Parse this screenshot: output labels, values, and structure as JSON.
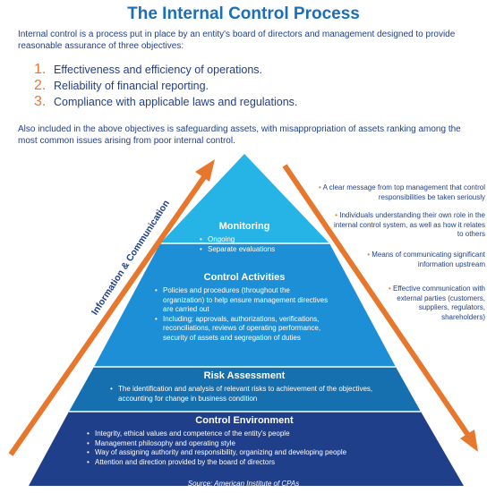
{
  "title": "The Internal Control Process",
  "intro": "Internal control is a process put in place by an entity's board of directors and management designed to provide reasonable assurance of three objectives:",
  "objectives": [
    {
      "num": "1.",
      "text": "Effectiveness and efficiency of operations."
    },
    {
      "num": "2.",
      "text": "Reliability of financial reporting."
    },
    {
      "num": "3.",
      "text": "Compliance with applicable laws and regulations."
    }
  ],
  "also": "Also included in the above objectives is safeguarding assets, with misappropriation of assets ranking among the most common issues arising from poor internal control.",
  "arrow_label": "Information & Communication",
  "pyramid": {
    "monitoring": {
      "title": "Monitoring",
      "items": [
        "Ongoing",
        "Separate evaluations"
      ]
    },
    "control_activities": {
      "title": "Control Activities",
      "items": [
        "Policies and procedures (throughout the organization) to help ensure management directives are carried out",
        "Including: approvals, authorizations, verifications, reconciliations, reviews of operating performance, security of assets and segregation of duties"
      ]
    },
    "risk_assessment": {
      "title": "Risk Assessment",
      "items": [
        "The identification and analysis of relevant risks to achievement of the objectives, accounting for change in business condition"
      ]
    },
    "control_environment": {
      "title": "Control Environment",
      "items": [
        "Integrity, ethical values and competence of the entity's people",
        "Management philosophy and operating style",
        "Way of assigning authority and responsibility, organizing and developing people",
        "Attention and direction provided by the board of directors"
      ]
    }
  },
  "side_notes": [
    "A clear message from top management that control responsibilities be taken seriously",
    "Individuals understanding their own role in the internal control system, as well as how it relates to others",
    "Means of communicating significant information upstream",
    "Effective communication with external parties (customers, suppliers, regulators, shareholders)"
  ],
  "source": "Source: American Institute of CPAs",
  "colors": {
    "title": "#1a6fb8",
    "text": "#1f3f8a",
    "accent": "#e8772e",
    "monitoring": "#26b3e6",
    "control_activities": "#1c8fd6",
    "risk_assessment": "#166fae",
    "control_environment": "#1f3f8a"
  }
}
